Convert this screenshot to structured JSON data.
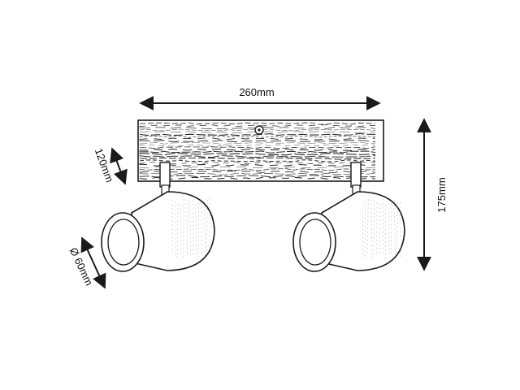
{
  "dimensions": {
    "width": "260mm",
    "height": "175mm",
    "depth": "120mm",
    "diameter": "Ø 60mm"
  },
  "colors": {
    "line": "#1a1a1a",
    "hatch": "#2b2b2b",
    "background": "#ffffff"
  }
}
